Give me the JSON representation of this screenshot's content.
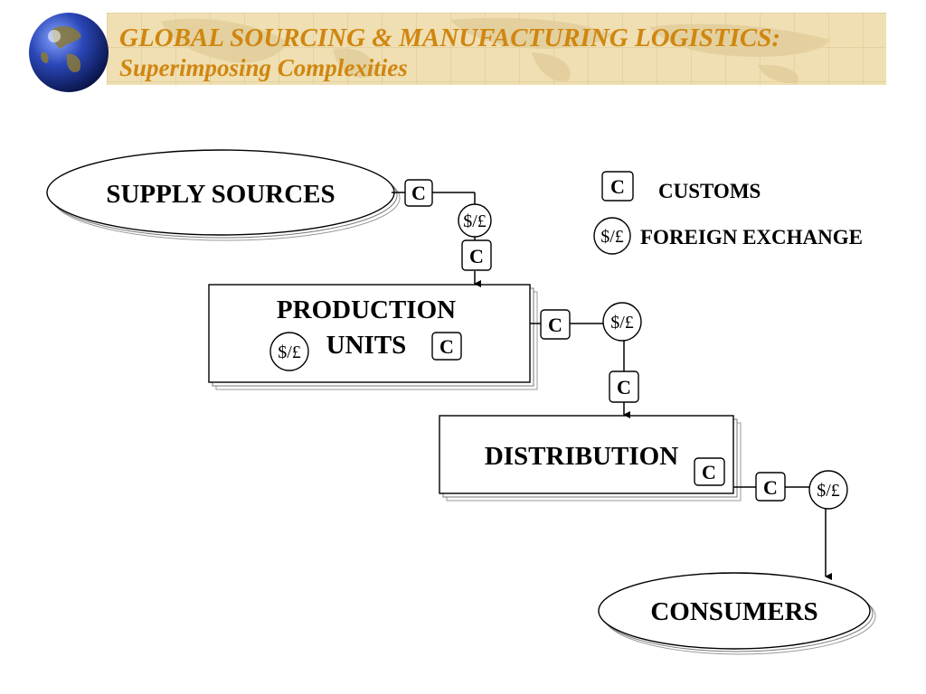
{
  "header": {
    "title_line1": "GLOBAL SOURCING & MANUFACTURING LOGISTICS:",
    "title_line2": "Superimposing Complexities"
  },
  "nodes": {
    "supply": "SUPPLY SOURCES",
    "production_line1": "PRODUCTION",
    "production_line2": "UNITS",
    "distribution": "DISTRIBUTION",
    "consumers": "CONSUMERS"
  },
  "symbols": {
    "customs": "C",
    "fx": "$/£"
  },
  "legend": {
    "customs_label": "CUSTOMS",
    "fx_label": "FOREIGN EXCHANGE"
  },
  "colors": {
    "title": "#d0860f",
    "band": "#efdfb2",
    "grid": "#d8c593"
  }
}
